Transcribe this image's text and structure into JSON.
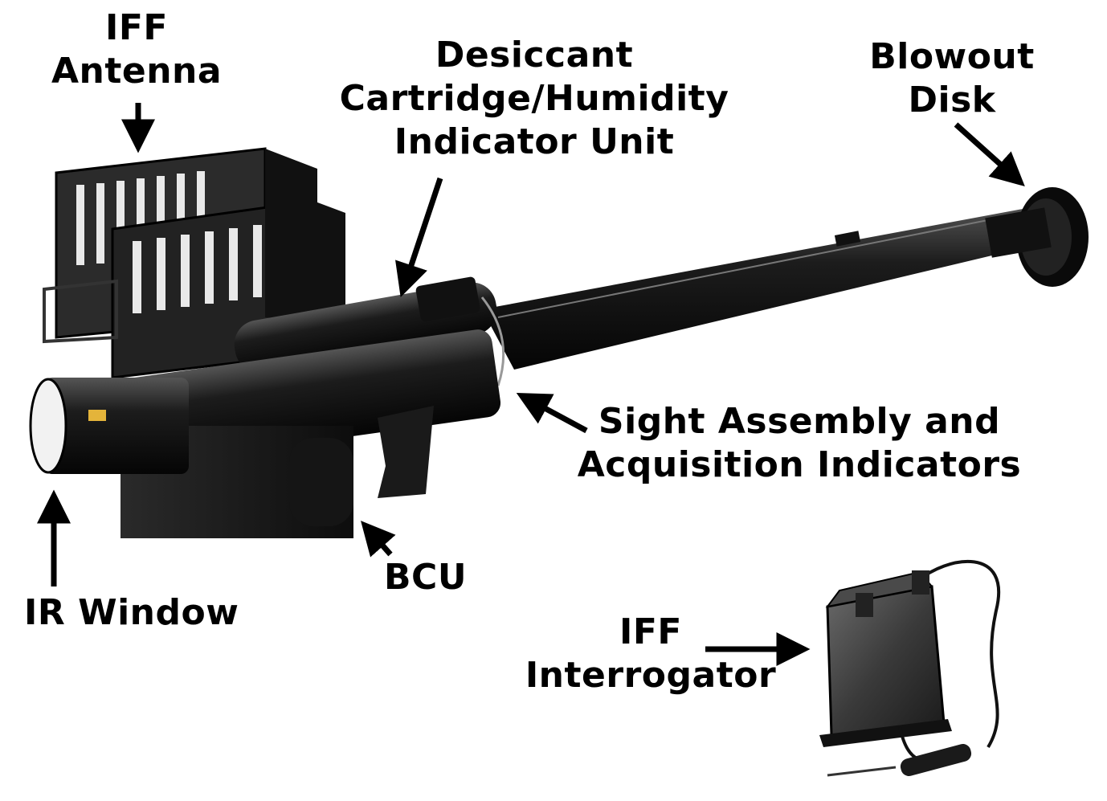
{
  "labels": {
    "iff_antenna": [
      "IFF",
      "Antenna"
    ],
    "desiccant": [
      "Desiccant",
      "Cartridge/Humidity",
      "Indicator Unit"
    ],
    "blowout_disk": [
      "Blowout",
      "Disk"
    ],
    "sight_assembly": [
      "Sight Assembly and",
      "Acquisition Indicators"
    ],
    "bcu": [
      "BCU"
    ],
    "ir_window": [
      "IR Window"
    ],
    "iff_interrogator": [
      "IFF",
      "Interrogator"
    ]
  }
}
